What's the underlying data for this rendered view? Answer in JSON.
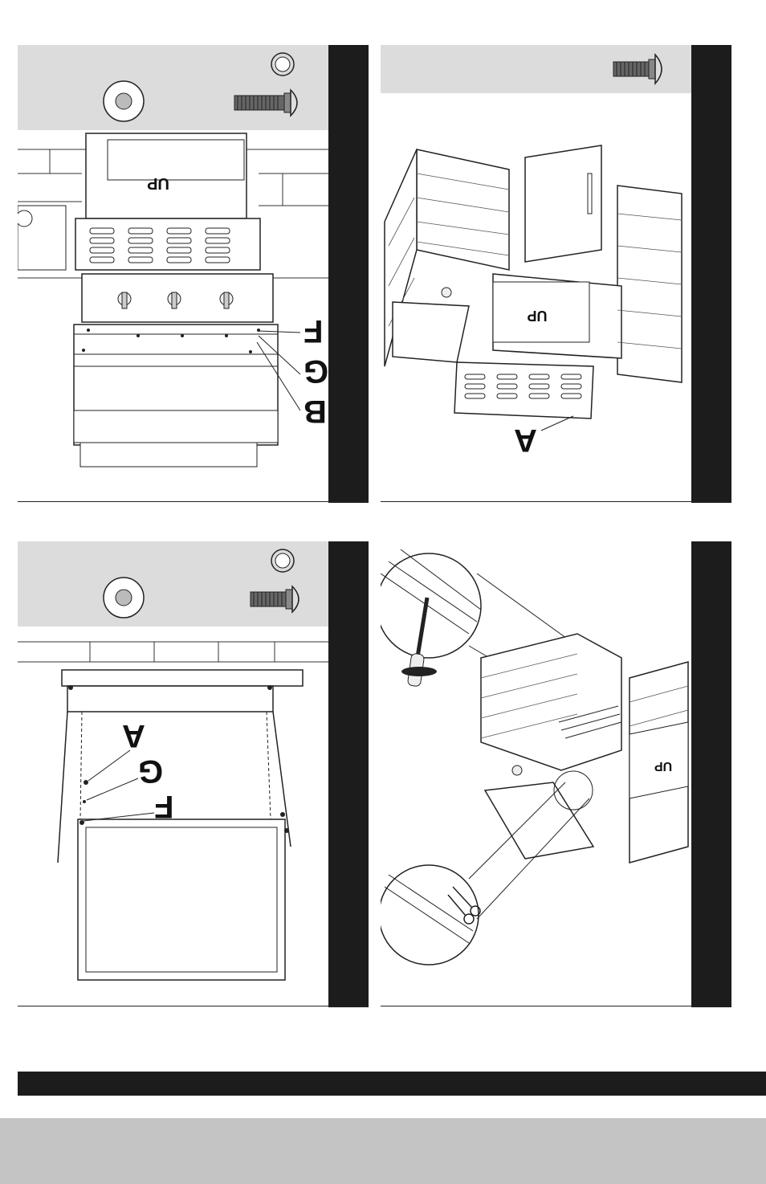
{
  "panels": [
    {
      "id": "top-left",
      "hardware_icons": [
        "lock-washer-icon",
        "flat-washer-icon",
        "bolt-icon"
      ],
      "panel_label": "UP",
      "callouts": [
        "F",
        "G",
        "B"
      ]
    },
    {
      "id": "top-right",
      "hardware_icons": [
        "bolt-icon"
      ],
      "panel_label": "UP",
      "callouts": [
        "A"
      ]
    },
    {
      "id": "bottom-left",
      "hardware_icons": [
        "lock-washer-icon",
        "flat-washer-icon",
        "bolt-icon"
      ],
      "callouts": [
        "A",
        "G",
        "F"
      ]
    },
    {
      "id": "bottom-right",
      "hardware_icons": [
        "screwdriver-icon",
        "scissors-icon"
      ],
      "panel_label": "UP"
    }
  ],
  "colors": {
    "side_bar": "#1c1c1c",
    "hardware_band": "#dcdcdc",
    "footer_band": "#c4c4c4",
    "line_art": "#222222"
  }
}
